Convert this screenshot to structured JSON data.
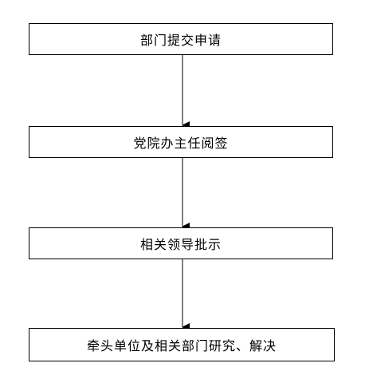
{
  "flowchart": {
    "steps": [
      {
        "label": "部门提交申请"
      },
      {
        "label": "党院办主任阅签"
      },
      {
        "label": "相关领导批示"
      },
      {
        "label": "牵头单位及相关部门研究、解决"
      }
    ]
  },
  "colors": {
    "border": "#000000",
    "text": "#000000",
    "background": "#ffffff"
  }
}
